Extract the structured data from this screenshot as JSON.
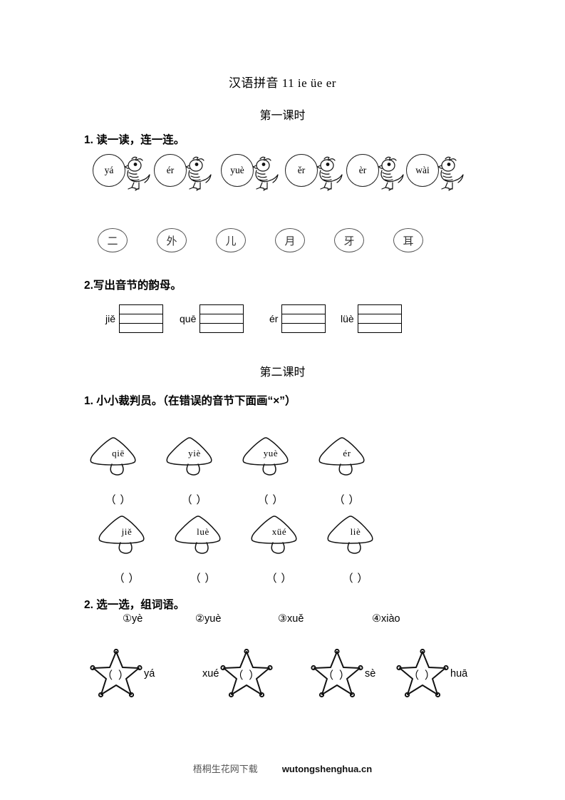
{
  "document": {
    "title": "汉语拼音 11 ie üe er"
  },
  "sections": [
    {
      "heading": "第一课时"
    },
    {
      "heading": "第二课时"
    }
  ],
  "exercises": {
    "ex1": {
      "title": "1. 读一读，连一连。",
      "pinyin_bubbles": [
        {
          "text": "yá",
          "icon": "chick-icon"
        },
        {
          "text": "ér",
          "icon": "chick-icon"
        },
        {
          "text": "yuè",
          "icon": "chick-icon"
        },
        {
          "text": "ěr",
          "icon": "chick-icon"
        },
        {
          "text": "èr",
          "icon": "chick-icon"
        },
        {
          "text": "wài",
          "icon": "chick-icon"
        }
      ],
      "hanzi_ovals": [
        {
          "text": "二"
        },
        {
          "text": "外"
        },
        {
          "text": "儿"
        },
        {
          "text": "月"
        },
        {
          "text": "牙"
        },
        {
          "text": "耳"
        }
      ]
    },
    "ex2": {
      "title": "2.写出音节的韵母。",
      "items": [
        {
          "syllable": "jiě",
          "answer": ""
        },
        {
          "syllable": "quē",
          "answer": ""
        },
        {
          "syllable": "ér",
          "answer": ""
        },
        {
          "syllable": "lüè",
          "answer": ""
        }
      ]
    },
    "ex3": {
      "title": "1. 小小裁判员。（在错误的音节下面画“×”）",
      "mushroom_rows": [
        [
          {
            "text": "qiē",
            "answer": "（    ）"
          },
          {
            "text": "yiè",
            "answer": "（    ）"
          },
          {
            "text": "yuè",
            "answer": "（    ）"
          },
          {
            "text": "ér",
            "answer": "（    ）"
          }
        ],
        [
          {
            "text": "jiě",
            "answer": "（    ）"
          },
          {
            "text": "luè",
            "answer": "（    ）"
          },
          {
            "text": "xüé",
            "answer": "（    ）"
          },
          {
            "text": "liè",
            "answer": "（    ）"
          }
        ]
      ]
    },
    "ex4": {
      "title": "2.  选一选，组词语。",
      "options": [
        {
          "text": "①yè"
        },
        {
          "text": "②yuè"
        },
        {
          "text": "③xuě"
        },
        {
          "text": "④xiào"
        }
      ],
      "star_items": [
        {
          "word_left": "",
          "word_right": "yá",
          "answer": "（  ）"
        },
        {
          "word_left": "xué",
          "word_right": "",
          "answer": "（  ）"
        },
        {
          "word_left": "",
          "word_right": "sè",
          "answer": "（  ）"
        },
        {
          "word_left": "",
          "word_right": "huā",
          "answer": "（  ）"
        }
      ]
    }
  },
  "footer": {
    "site_name": "梧桐生花网下载",
    "url": "wutongshenghua.cn"
  }
}
